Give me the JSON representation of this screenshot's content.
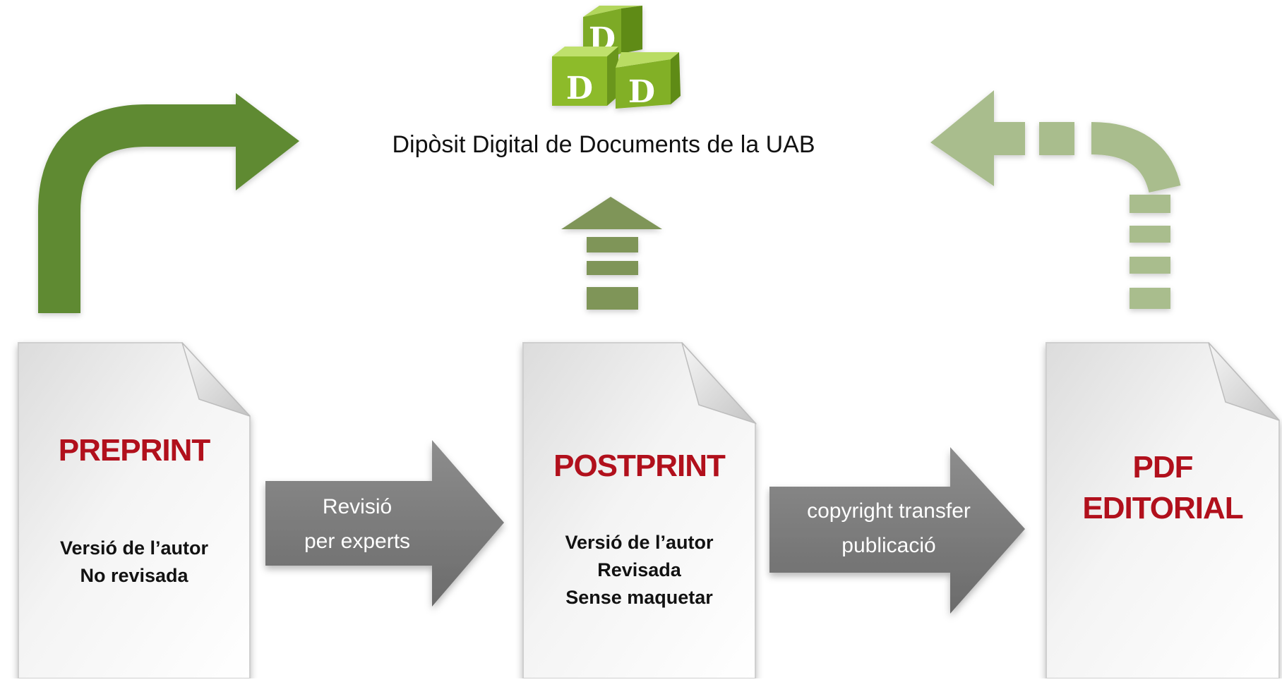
{
  "repository": {
    "logo_letters": [
      "D",
      "D",
      "D"
    ],
    "name": "Dipòsit Digital de Documents de la UAB"
  },
  "documents": [
    {
      "title": [
        "PREPRINT"
      ],
      "description": [
        "Versió de l’autor",
        "No revisada"
      ]
    },
    {
      "title": [
        "POSTPRINT"
      ],
      "description": [
        "Versió de l’autor",
        "Revisada",
        "Sense maquetar"
      ]
    },
    {
      "title": [
        "PDF",
        "EDITORIAL"
      ],
      "description": []
    }
  ],
  "transitions": [
    {
      "label": [
        "Revisió",
        "per experts"
      ]
    },
    {
      "label": [
        "copyright transfer",
        "publicació"
      ]
    }
  ],
  "colors": {
    "accent_red": "#b1101c",
    "arrow_gray": "#7a7a7a",
    "green_solid": "#5e8a33",
    "green_mid": "#7f9558",
    "green_light": "#a9bd8d",
    "logo_green": "#8fbf2f"
  }
}
